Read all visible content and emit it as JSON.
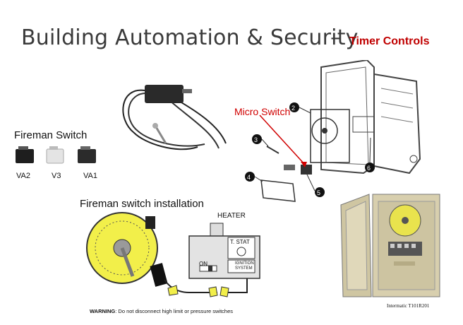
{
  "title": {
    "main": "Building Automation & Security",
    "dash": "–",
    "sub": "Timer Controls"
  },
  "fireman_switch": {
    "label": "Fireman Switch",
    "variants": [
      "VA2",
      "V3",
      "VA1"
    ]
  },
  "installation": {
    "label": "Fireman switch installation",
    "heater": "HEATER",
    "tstat": "T. STAT",
    "on": "ON",
    "ignition": [
      "IGNITION",
      "SYSTEM"
    ],
    "warning_bold": "WARNING",
    "warning_text": ": Do not disconnect high limit or pressure switches"
  },
  "exploded_view": {
    "micro_switch": "Micro Switch",
    "callouts": [
      "2",
      "3",
      "4",
      "5",
      "6"
    ]
  },
  "product": {
    "caption": "Intermatic T101R201"
  },
  "colors": {
    "title_sub": "#c00000",
    "micro_label": "#d00000",
    "timer_yellow": "#f2ef4a",
    "box_beige": "#d8cfae"
  }
}
